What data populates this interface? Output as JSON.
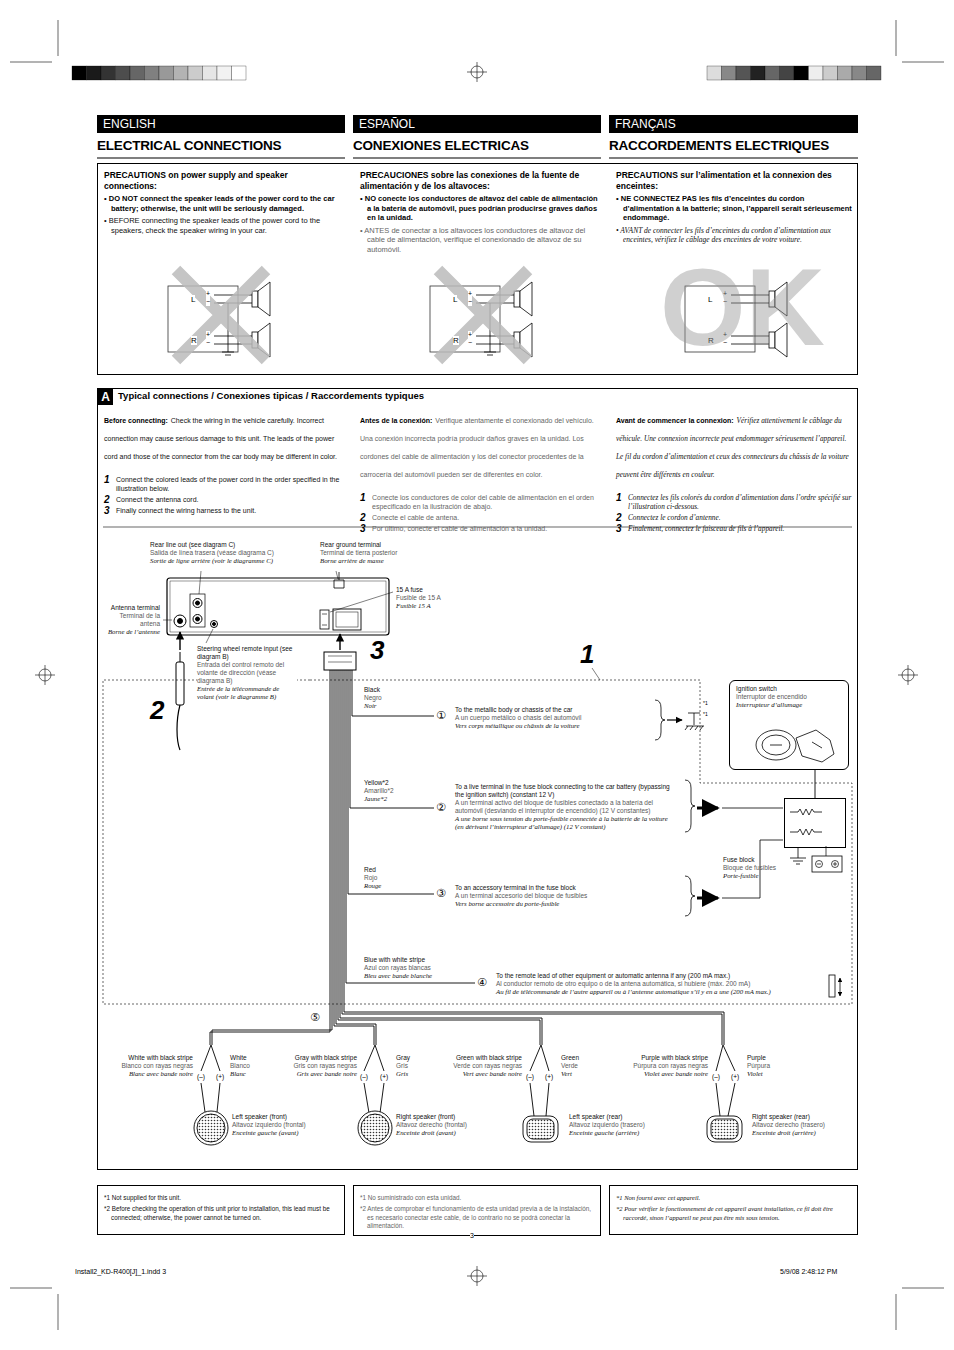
{
  "diagram": {
    "nodes": [
      {
        "text": [
          "ENGLISH"
        ]
      },
      {
        "text": [
          "ESPAÑOL"
        ]
      },
      {
        "text": [
          "FRANÇAIS"
        ]
      },
      {
        "text": [
          "PRECAUTIONS on power supply and speaker connections:",
          "• DO NOT connect the speaker leads of the power cord to the car battery; otherwise, the unit will be seriously damaged.",
          "• BEFORE connecting the speaker leads of the power cord to the speakers, check the speaker wiring in your car.",
          "PRECAUCIONES sobre las conexiones de la fuente de alimentación y de los altavoces:",
          "• NO conecte los conductores de altavoz del cable de alimentación a la batería de automóvil, pues podrían producirse graves daños en la unidad.",
          "• ANTES de conectar a los altavoces los conductores de altavoz del cable de alimentación, verifique el conexionado de altavoz de su automóvil.",
          "PRECAUTIONS sur l’alimentation et la connexion des enceintes:",
          "• NE CONNECTEZ PAS les fils d’enceintes du cordon d’alimentation à la batterie; sinon, l’appareil serait sérieusement endommagé.",
          "• AVANT de connecter les fils d’enceintes du cordon d’alimentation aux enceintes, vérifiez le câblage des enceintes de votre voiture."
        ]
      },
      {
        "text": [
          "Typical connections / Conexiones tipicas / Raccordements typiques",
          "Before connecting:",
          "Check the wiring in the vehicle carefully. Incorrect connection may cause serious damage to this unit. The leads of the power cord and those of the connector from the car body may be different in color.",
          "1",
          "Connect the colored leads of the power cord in the order specified in the illustration below.",
          "2",
          "Connect the antenna cord.",
          "3",
          "Finally connect the wiring harness to the unit.",
          "Antes de la conexión:",
          "Verifique atentamente el conexionado del vehículo. Una conexión incorrecta podría producir daños graves en la unidad. Los cordones del cable de alimentación y los del conector procedentes de la carrocería del automóvil pueden ser de diferentes en color.",
          "1",
          "Conecte los conductores de color del cable de alimentación en el orden especificado en la ilustración de abajo.",
          "2",
          "Conecte el cable de antena.",
          "3",
          "Por último, conecte el cable de alimentación a la unidad.",
          "Avant de commencer la connexion:",
          "Vérifiez attentivement le câblage du véhicule. Une connexion incorrecte peut endommager sérieusement l’appareil. Le fil du cordon d’alimentation et ceux des connecteurs du châssis de la voiture peuvent être différents en couleur.",
          "1",
          "Connectez les fils colorés du cordon d’alimentation dans l’ordre spécifié sur l’illustration ci-dessous.",
          "2",
          "Connectez le cordon d’antenne.",
          "3",
          "Finalement, connectez le faisceau de fils à l’appareil."
        ]
      },
      {
        "text": [
          "A"
        ],
        "in": 4
      },
      {
        "text": [
          "Ignition switch",
          "Interruptor de encendido",
          "Interrupteur d’allumage"
        ],
        "in": 4
      },
      {
        "text": [
          "Fuse block",
          "Bloque de fusibles",
          "Porte-fusible"
        ],
        "in": 4
      },
      {
        "text": [
          "*1 Not supplied for this unit.",
          "*2 Before checking the operation of this unit prior to installation, this lead must be connected; otherwise, the power cannot be turned on."
        ]
      },
      {
        "text": [
          "*1 No suministrado con esta unidad.",
          "*2 Antes de comprobar el funcionamiento de esta unidad previa a de la instalación, es necesario conectar este cable, de lo contrario no se podrá conectar la alimentación."
        ]
      },
      {
        "text": [
          "*1 Non fourni avec cet appareil.",
          "*2 Pour vérifier le fonctionnement de cet appareil avant installation, ce fil doit être raccordé, sinon l’appareil ne peut pas être mis sous tension."
        ]
      }
    ],
    "edges": [
      {
        "from": 6,
        "to": 7,
        "arrow": "none"
      }
    ],
    "labels": [
      "ELECTRICAL CONNECTIONS",
      "CONEXIONES ELECTRICAS",
      "RACCORDEMENTS ELECTRIQUES",
      "3",
      "Install2_KD-R400[J]_1.indd 3",
      "5/9/08 2:48:12 PM",
      "L",
      "R",
      "+",
      "−",
      "+",
      "−",
      "L",
      "R",
      "+",
      "−",
      "+",
      "−",
      "L",
      "R",
      "+",
      "−",
      "+",
      "−",
      "OK",
      "Rear line out (see diagram C)",
      "Salida de línea trasera (véase diagrama C)",
      "Sortie de ligne arrière (voir le diagramme C)",
      "Rear ground terminal",
      "Terminal de tierra posterior",
      "Borne arrière de masse",
      "15 A fuse",
      "Fusible de 15 A",
      "Fusible 15 A",
      "Antenna terminal",
      "Terminal de la antena",
      "Borne de l’antenne",
      "Steering wheel remote input (see diagram B)",
      "Entrada del control remoto del volante de dirección (véase diagrama B)",
      "Entrée de la télécommande de volant (voir le diagramme B)",
      "1",
      "2",
      "3",
      "Black",
      "Negro",
      "Noir",
      "①",
      "To the metallic body or chassis of the car",
      "A un cuerpo metálico o chasis del automóvil",
      "Vers corps métallique ou châssis de la voiture",
      "*1",
      "*1",
      "Yellow*2",
      "Amarillo*2",
      "Jaune*2",
      "②",
      "To a live terminal in the fuse block connecting to the car battery (bypassing the ignition switch) (constant 12 V)",
      "A un terminal activo del bloque de fusibles conectado a la batería del automóvil (desviando el interruptor de encendido) (12 V constantes)",
      "A une borne sous tension du porte-fusible connectée à la batterie de la voiture (en dérivant l’interrupteur d’allumage) (12 V constant)",
      "Red",
      "Rojo",
      "Rouge",
      "③",
      "To an accessory terminal in the fuse block",
      "A un terminal accesorio del bloque de fusibles",
      "Vers borne accessoire du porte-fusible",
      "Blue with white stripe",
      "Azul con rayas blancas",
      "Bleu avec bande blanche",
      "④",
      "To the remote lead of other equipment or automatic antenna if any (200 mA max.)",
      "Al conductor remoto de otro equipo o de la antena automática, si hubiere (máx. 200 mA)",
      "Au fil de télécommande de l’autre appareil ou à l’antenne automatique s’il y en a une (200 mA max.)",
      "⑤",
      "White with black stripe",
      "Blanco con rayas negras",
      "Blanc avec bande noire",
      "White",
      "Blanco",
      "Blanc",
      "(–)",
      "(+)",
      "Left speaker (front)",
      "Altavoz izquierdo (frontal)",
      "Enceinte gauche (avant)",
      "Gray with black stripe",
      "Gris con rayas negras",
      "Gris avec bande noire",
      "Gray",
      "Gris",
      "Gris",
      "(–)",
      "(+)",
      "Right speaker (front)",
      "Altavoz derecho (frontal)",
      "Enceinte droit (avant)",
      "Green with black stripe",
      "Verde con rayas negras",
      "Vert avec bande noire",
      "Green",
      "Verde",
      "Vert",
      "(–)",
      "(+)",
      "Left speaker (rear)",
      "Altavoz izquierdo (trasero)",
      "Enceinte gauche (arrière)",
      "Purple with black stripe",
      "Púrpura con rayas negras",
      "Violet avec bande noire",
      "Purple",
      "Púrpura",
      "Violet",
      "(–)",
      "(+)",
      "Right speaker (rear)",
      "Altavoz derecho (trasero)",
      "Enceinte droit (arrière)"
    ]
  }
}
